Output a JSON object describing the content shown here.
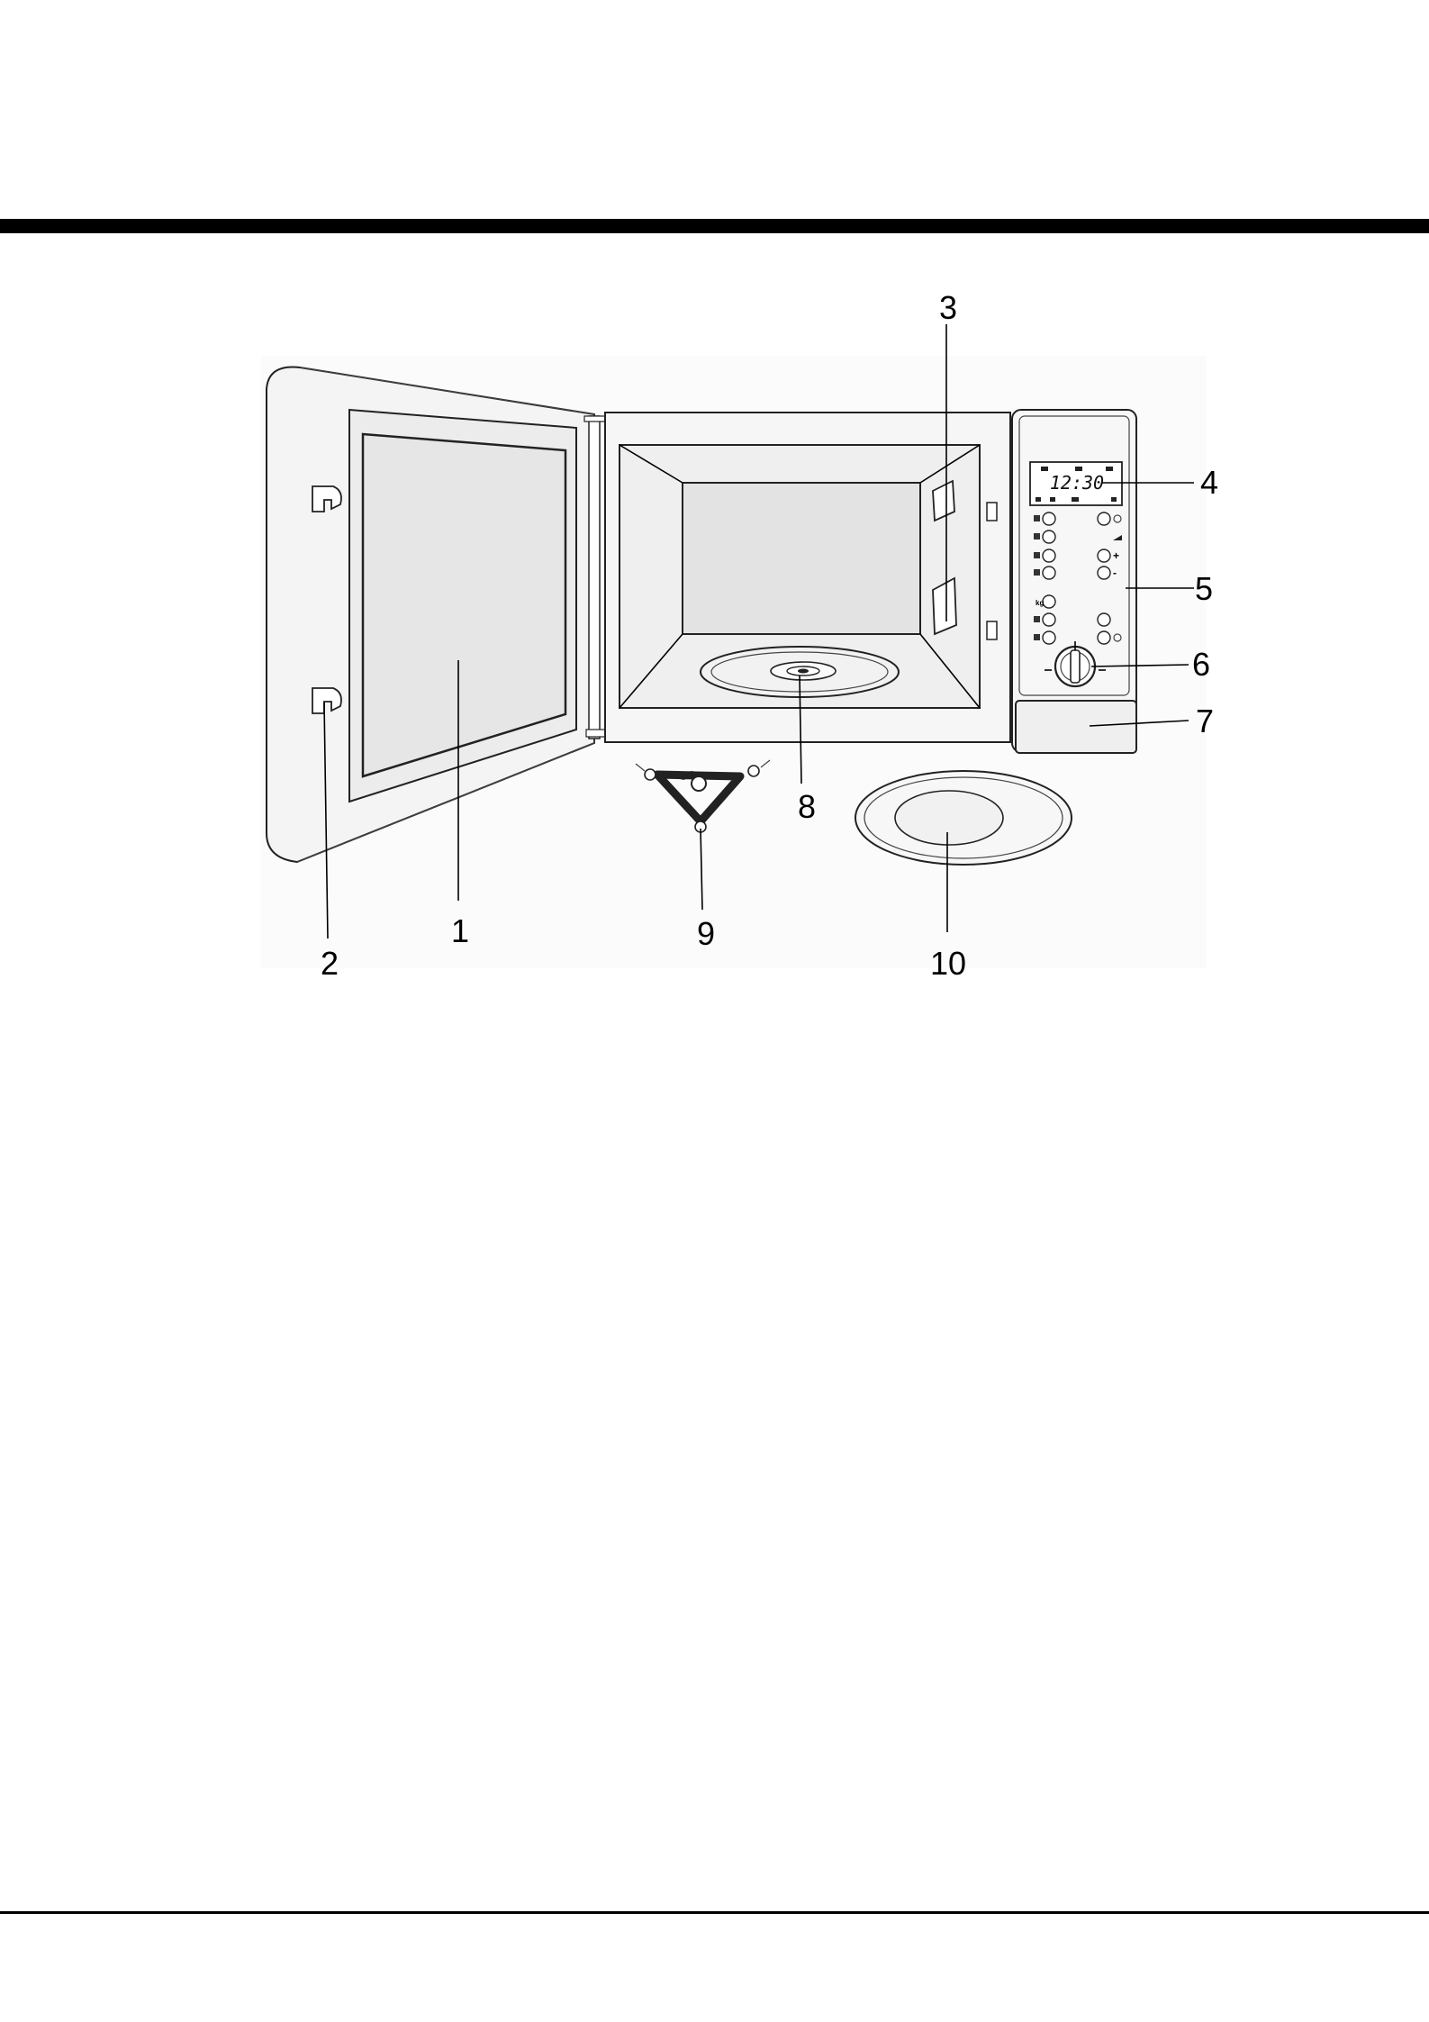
{
  "diagram": {
    "display_time": "12:30",
    "panel_marks": [
      "kg",
      "-",
      "+"
    ],
    "callouts": [
      {
        "id": "1",
        "label": "1"
      },
      {
        "id": "2",
        "label": "2"
      },
      {
        "id": "3",
        "label": "3"
      },
      {
        "id": "4",
        "label": "4"
      },
      {
        "id": "5",
        "label": "5"
      },
      {
        "id": "6",
        "label": "6"
      },
      {
        "id": "7",
        "label": "7"
      },
      {
        "id": "8",
        "label": "8"
      },
      {
        "id": "9",
        "label": "9"
      },
      {
        "id": "10",
        "label": "10"
      }
    ]
  }
}
